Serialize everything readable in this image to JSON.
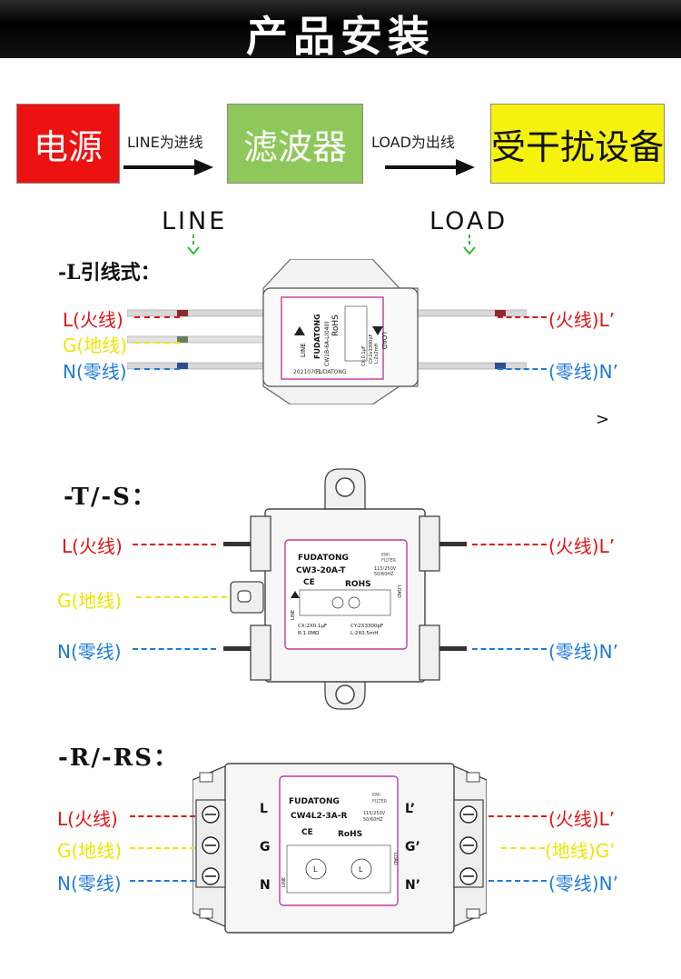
{
  "banner": {
    "title": "产品安装"
  },
  "flow": {
    "power": "电源",
    "line_in": "LINE为进线",
    "filter": "滤波器",
    "load_out": "LOAD为出线",
    "load_device": "受干扰设备"
  },
  "terminals": {
    "line": "LINE",
    "load": "LOAD"
  },
  "colors": {
    "live": "#e01414",
    "ground": "#efe400",
    "neutral": "#1d7ad8",
    "power_box": "#ee1111",
    "filter_box": "#8fc85a",
    "load_box": "#f5f20e"
  },
  "sections": {
    "l_type": {
      "title": "-L引线式：",
      "left": [
        "L(火线)",
        "G(地线)",
        "N(零线)"
      ],
      "right": [
        "(火线)L’",
        "(零线)N’"
      ],
      "device": {
        "brand": "FUDATONG",
        "model": "CW1B-6A-L(040)",
        "rohs": "RoHS",
        "cy": "CY:2x3300pF",
        "l": "L:2x2mH",
        "cx": "CX:0.1μF",
        "line": "LINE",
        "load": "LOAD",
        "date": "20210701"
      }
    },
    "t_type": {
      "title": "-T/-S：",
      "left": [
        "L(火线)",
        "G(地线)",
        "N(零线)"
      ],
      "right": [
        "(火线)L’",
        "(零线)N’"
      ],
      "device": {
        "brand": "FUDATONG",
        "emi": "EMI",
        "filter": "FILTER",
        "model": "CW3-20A-T",
        "rating1": "115/250V",
        "rating2": "50/60HZ",
        "ce": "CE",
        "rohs": "ROHS",
        "cx": "CX:2X0.1μF",
        "cy": "CY:2X3300pF",
        "r": "R:1.0MΩ",
        "l": "L:2X0.5mH",
        "line": "LINE",
        "load": "LOAD"
      }
    },
    "r_type": {
      "title": "-R/-RS：",
      "left": [
        "L(火线)",
        "G(地线)",
        "N(零线)"
      ],
      "right": [
        "(火线)L’",
        "(地线)G’",
        "(零线)N’"
      ],
      "device": {
        "brand": "FUDATONG",
        "emi": "EMI",
        "filter": "FILTER",
        "model": "CW4L2-3A-R",
        "rating1": "115/250V",
        "rating2": "50/60HZ",
        "ce": "CE",
        "rohs": "RoHS",
        "term_l": "L",
        "term_g": "G",
        "term_n": "N",
        "term_l2": "L’",
        "term_g2": "G’",
        "term_n2": "N’",
        "line": "LINE",
        "load": "LOAD"
      }
    }
  },
  "misc": {
    "chevron": ">"
  }
}
